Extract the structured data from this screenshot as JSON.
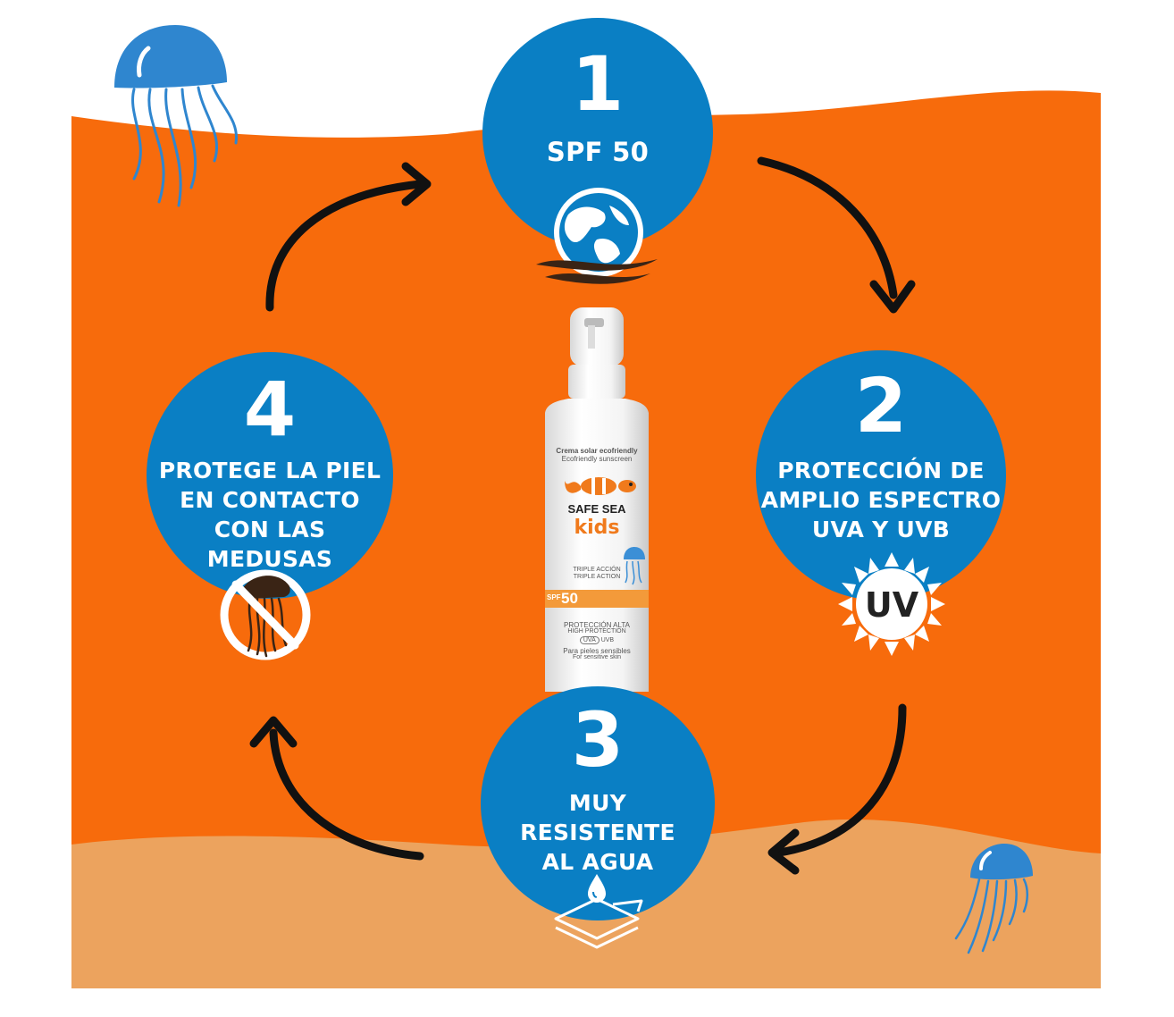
{
  "steps": [
    {
      "number": "1",
      "label": "SPF 50"
    },
    {
      "number": "2",
      "label": "PROTECCIÓN DE\nAMPLIO ESPECTRO\nUVA Y UVB"
    },
    {
      "number": "3",
      "label": "MUY\nRESISTENTE\nAL AGUA"
    },
    {
      "number": "4",
      "label": "PROTEGE LA PIEL\nEN CONTACTO\nCON  LAS\nMEDUSAS"
    }
  ],
  "uv_badge": "UV",
  "bottle": {
    "line1": "Crema solar ecofriendly",
    "line2": "Ecofriendly sunscreen",
    "brand": "SAFE SEA",
    "product": "kids",
    "triple1": "TRIPLE ACCIÓN",
    "triple2": "TRIPLE ACTION",
    "spf_prefix": "SPF",
    "spf": "50",
    "prot1": "PROTECCIÓN ALTA",
    "prot2": "HIGH PROTECTION",
    "uva": "UVA",
    "uvb": "UVB",
    "skin1": "Para pieles sensibles",
    "skin2": "For sensitive skin"
  },
  "colors": {
    "orange": "#f76b0c",
    "sand": "#eca35e",
    "blue": "#0a7fc4",
    "jelly": "#2f86cf",
    "arrow": "#111111"
  }
}
